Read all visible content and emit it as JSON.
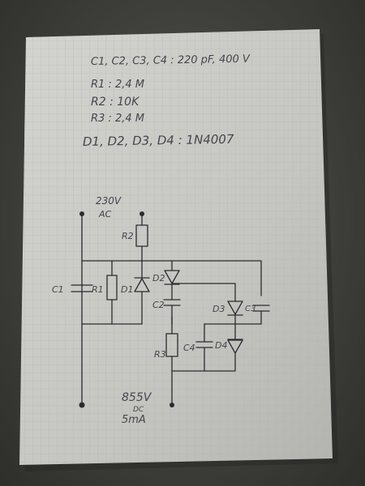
{
  "notes": {
    "capacitors": "C1, C2, C3, C4 : 220 pF, 400 V",
    "r1": "R1 : 2,4 M",
    "r2": "R2 : 10K",
    "r3": "R3 : 2,4 M",
    "diodes": "D1, D2, D3, D4 : 1N4007"
  },
  "input": {
    "voltage": "230V",
    "type": "AC"
  },
  "output": {
    "voltage": "855V",
    "type": "DC",
    "current": "5mA"
  },
  "labels": {
    "r2": "R2",
    "c1": "C1",
    "r1": "R1",
    "d1": "D1",
    "d2": "D2",
    "c2": "C2",
    "d3": "D3",
    "c3": "C3",
    "r3": "R3",
    "c4": "C4",
    "d4": "D4"
  },
  "colors": {
    "paper": "#c9c9c4",
    "grid": "#a9b2bb",
    "ink": "#2b2b30",
    "background": "#4a4a46"
  }
}
